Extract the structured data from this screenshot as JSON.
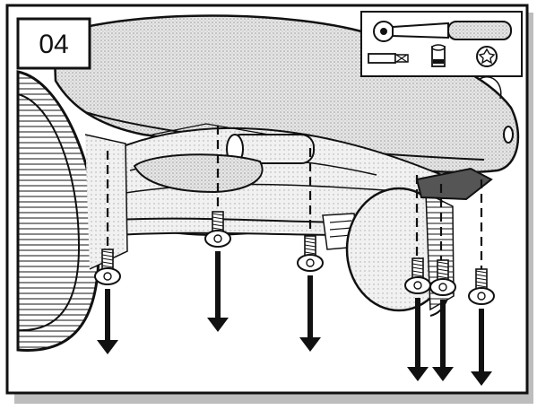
{
  "step": {
    "number": "04"
  },
  "tools": {
    "icons": [
      "ratchet-icon",
      "extension-bar-icon",
      "socket-icon",
      "torx-bit-icon"
    ]
  },
  "fasteners": {
    "count": 6,
    "icon": "screw-icon",
    "direction": "down"
  },
  "colors": {
    "ink": "#111111",
    "paper": "#ffffff",
    "shade": "#c8c8c8",
    "frame_shadow": "#b0b0b0"
  }
}
